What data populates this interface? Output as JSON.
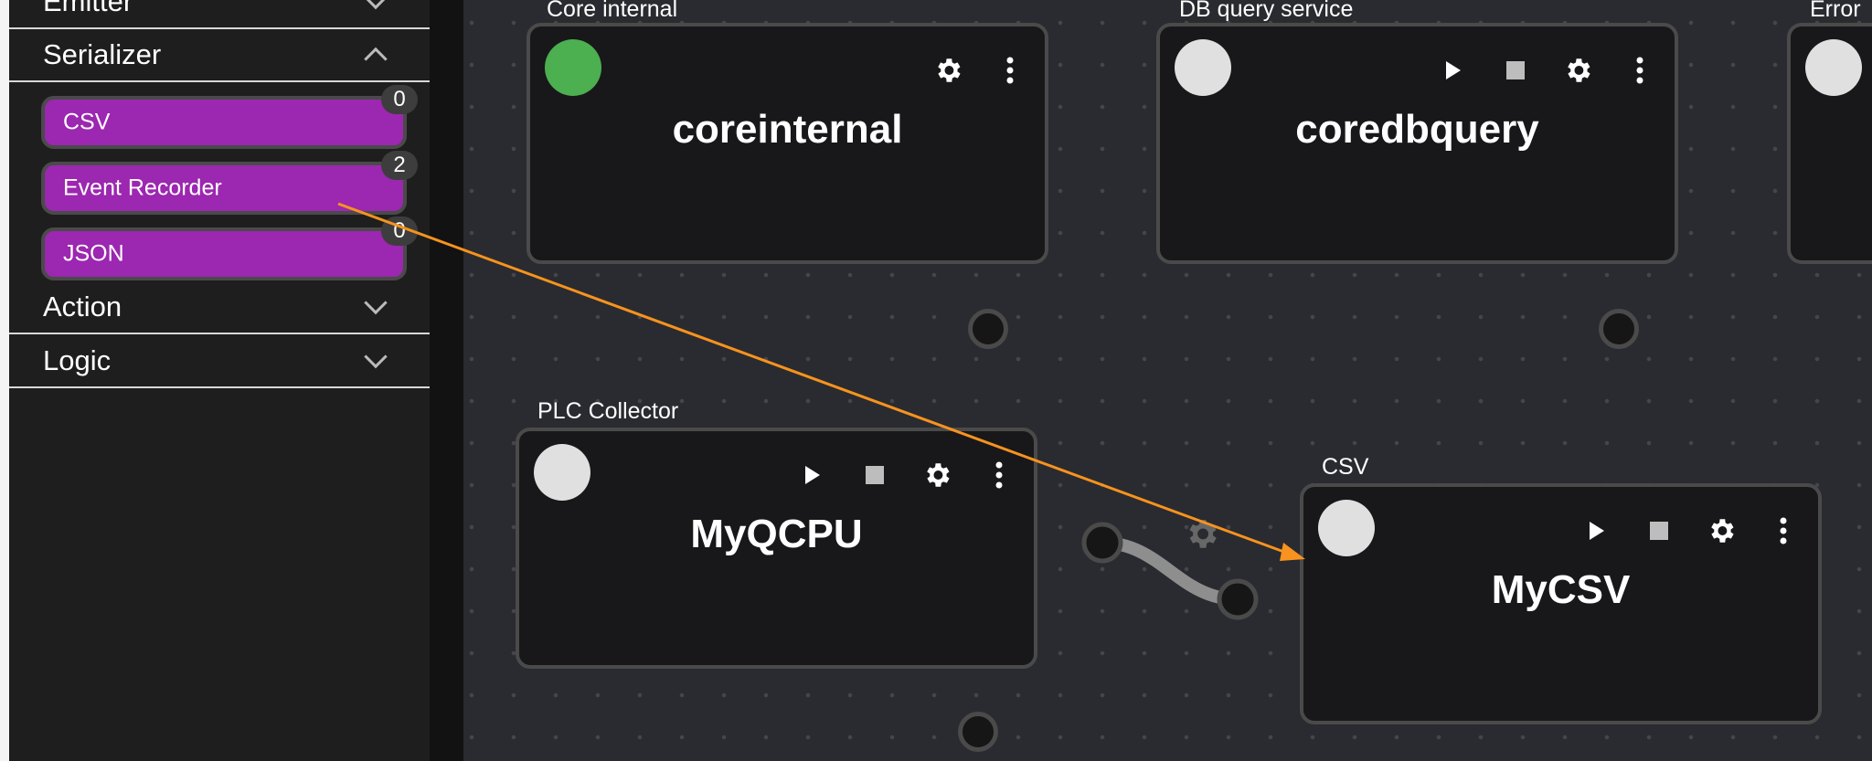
{
  "sidebar": {
    "sections": [
      {
        "label": "Emitter",
        "expanded": false
      },
      {
        "label": "Serializer",
        "expanded": true,
        "items": [
          {
            "label": "CSV",
            "count": "0"
          },
          {
            "label": "Event Recorder",
            "count": "2"
          },
          {
            "label": "JSON",
            "count": "0"
          }
        ]
      },
      {
        "label": "Action",
        "expanded": false
      },
      {
        "label": "Logic",
        "expanded": false
      }
    ]
  },
  "nodes": [
    {
      "type": "Core internal",
      "name": "coreinternal",
      "status_color": "#4caf50"
    },
    {
      "type": "DB query service",
      "name": "coredbquery",
      "status_color": "#e0e0e0"
    },
    {
      "type": "Error",
      "name": "",
      "status_color": "#e0e0e0"
    },
    {
      "type": "PLC Collector",
      "name": "MyQCPU",
      "status_color": "#e0e0e0"
    },
    {
      "type": "CSV",
      "name": "MyCSV",
      "status_color": "#e0e0e0"
    }
  ],
  "colors": {
    "accent": "#9c27b0",
    "drag_arrow": "#f7931e",
    "canvas": "#2a2b30"
  }
}
